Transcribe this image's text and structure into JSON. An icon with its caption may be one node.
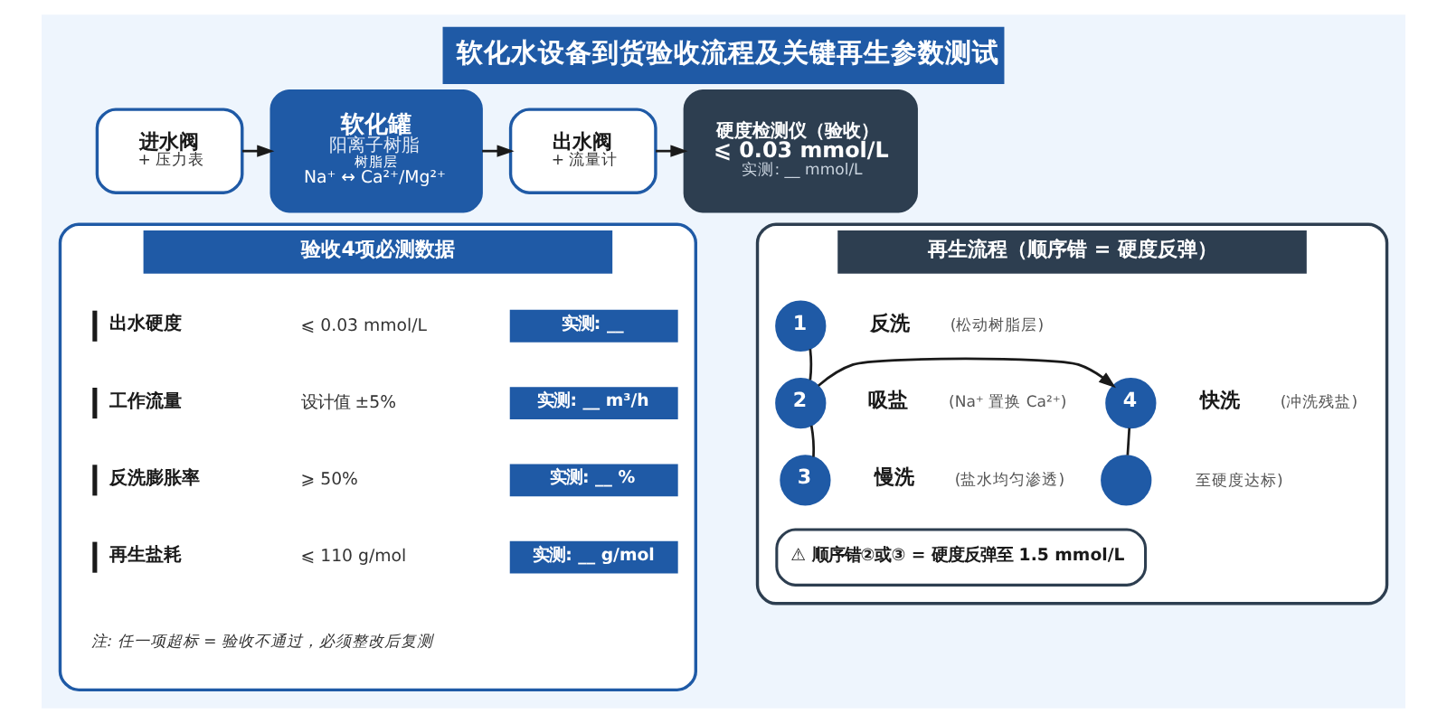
{
  "diagram": {
    "title": "软化水设备到货验收流程及关键再生参数测试",
    "nodes": [
      {
        "text": [
          "进水阀",
          "+ 压力表"
        ]
      },
      {
        "text": [
          "软化罐",
          "阳离子树脂",
          "树脂层",
          "Na⁺ ↔ Ca²⁺/Mg²⁺"
        ]
      },
      {
        "text": [
          "出水阀",
          "+ 流量计"
        ]
      },
      {
        "text": [
          "硬度检测仪（验收）",
          "⩽ 0.03 mmol/L",
          "实测: __ mmol/L"
        ]
      },
      {
        "text": [
          "验收4项必测数据"
        ]
      },
      {
        "text": [
          "实测: __"
        ],
        "in": 4
      },
      {
        "text": [
          "实测: __ m³/h"
        ],
        "in": 4
      },
      {
        "text": [
          "实测: __ %"
        ],
        "in": 4
      },
      {
        "text": [
          "实测: __ g/mol"
        ],
        "in": 4
      },
      {
        "text": [
          "再生流程（顺序错 = 硬度反弹）"
        ]
      },
      {
        "text": [
          "1"
        ],
        "in": 9,
        "beside": [
          "反洗",
          "(松动树脂层)"
        ]
      },
      {
        "text": [
          "2"
        ],
        "in": 9,
        "beside": [
          "吸盐",
          "(Na⁺ 置换 Ca²⁺)"
        ]
      },
      {
        "text": [
          "3"
        ],
        "in": 9,
        "beside": [
          "慢洗",
          "(盐水均匀渗透)"
        ]
      },
      {
        "text": [
          "4"
        ],
        "in": 9,
        "beside": [
          "快洗",
          "(冲洗残盐)"
        ]
      },
      {
        "text": [],
        "shape": "circle",
        "in": 9,
        "beside": [
          "至硬度达标)"
        ]
      },
      {
        "text": [
          "⚠ 顺序错②或③ = 硬度反弹至 1.5 mmol/L"
        ],
        "in": 9
      }
    ],
    "edges": [
      {
        "from": 0,
        "to": 1,
        "arrow": "to"
      },
      {
        "from": 1,
        "to": 2,
        "arrow": "to"
      },
      {
        "from": 2,
        "to": 3,
        "arrow": "to"
      },
      {
        "from": 10,
        "to": 11,
        "arrow": "none"
      },
      {
        "from": 11,
        "to": 12,
        "arrow": "none"
      },
      {
        "from": 11,
        "to": 13,
        "arrow": "to"
      },
      {
        "from": 13,
        "to": 14,
        "arrow": "none"
      }
    ],
    "labels": [
      "出水硬度",
      "⩽ 0.03 mmol/L",
      "工作流量",
      "设计值 ±5%",
      "反洗膨胀率",
      "⩾ 50%",
      "再生盐耗",
      "⩽ 110 g/mol",
      "注: 任一项超标 = 验收不通过，必须整改后复测"
    ]
  }
}
